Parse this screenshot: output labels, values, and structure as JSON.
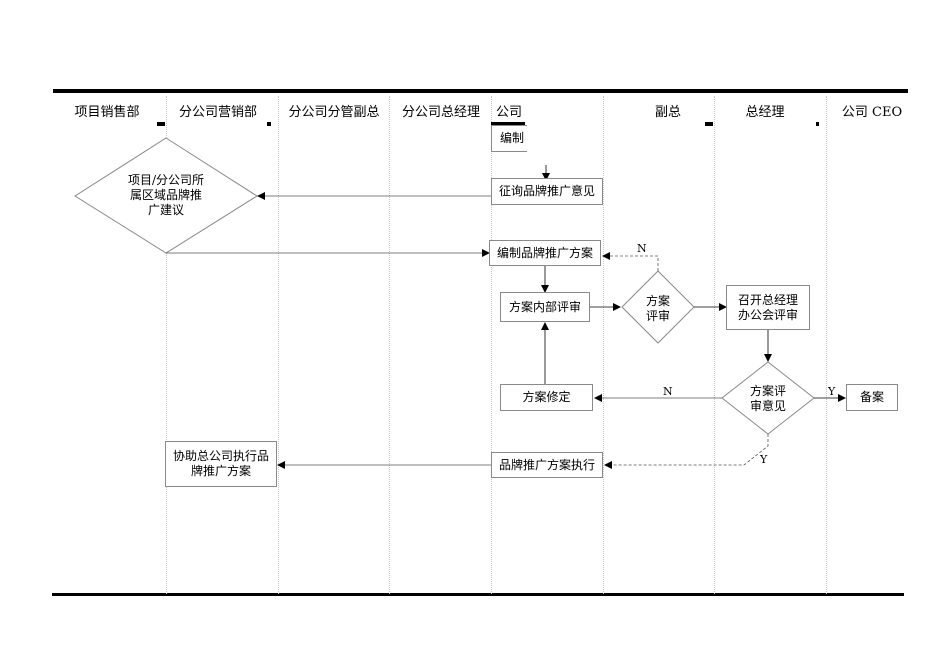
{
  "lanes": [
    "项目销售部",
    "分公司营销部",
    "分公司分管副总",
    "分公司总经理",
    "公司",
    "副总",
    "总经理",
    "公司 CEO"
  ],
  "nodes": {
    "draft_partial": "编制",
    "solicit": "征询品牌推广意见",
    "regional_proposal": "项目/分公司所\n属区域品牌推\n广建议",
    "compile_plan": "编制品牌推广方案",
    "internal_review": "方案内部评审",
    "plan_review": "方案\n评审",
    "gm_meeting": "召开总经理\n办公会评审",
    "revise": "方案修定",
    "review_opinion": "方案评\n审意见",
    "archive": "备案",
    "assist_execution": "协助总公司执行品\n牌推广方案",
    "execute": "品牌推广方案执行"
  },
  "labels": {
    "n_top": "N",
    "n_mid": "N",
    "y_right": "Y",
    "y_bottom": "Y"
  }
}
